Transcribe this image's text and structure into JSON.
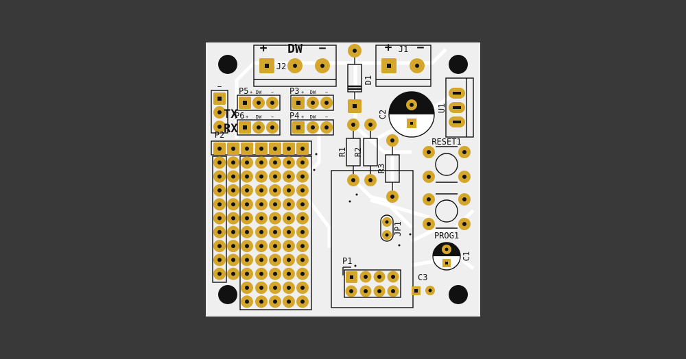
{
  "board": {
    "background": "#393939",
    "pcb_color": "#efefef",
    "pad_color": "#d4a72c",
    "trace_color": "#ffffff",
    "silk_color": "#111111"
  },
  "connectors": {
    "j2": {
      "ref": "J2",
      "plus": "+",
      "dw": "DW",
      "minus": "−"
    },
    "j1": {
      "ref": "J1",
      "plus": "+",
      "minus": "−"
    },
    "p5": {
      "ref": "P5",
      "plus": "+",
      "dw": "DW",
      "minus": "−"
    },
    "p6": {
      "ref": "P6",
      "plus": "+",
      "dw": "DW",
      "minus": "−"
    },
    "p3": {
      "ref": "P3",
      "plus": "+",
      "dw": "DW",
      "minus": "−"
    },
    "p4": {
      "ref": "P4",
      "plus": "+",
      "dw": "DW",
      "minus": "−"
    },
    "p2": {
      "ref": "P2",
      "tx": "TX",
      "rx": "RX",
      "minus": "−"
    },
    "p1": {
      "ref": "P1"
    }
  },
  "components": {
    "d1": "D1",
    "c2": "C2",
    "c1": "C1",
    "c3": "C3",
    "u1": "U1",
    "r1": "R1",
    "r2": "R2",
    "r3": "R3",
    "jp1": "JP1",
    "reset": "RESET1",
    "prog": "PROG1"
  }
}
